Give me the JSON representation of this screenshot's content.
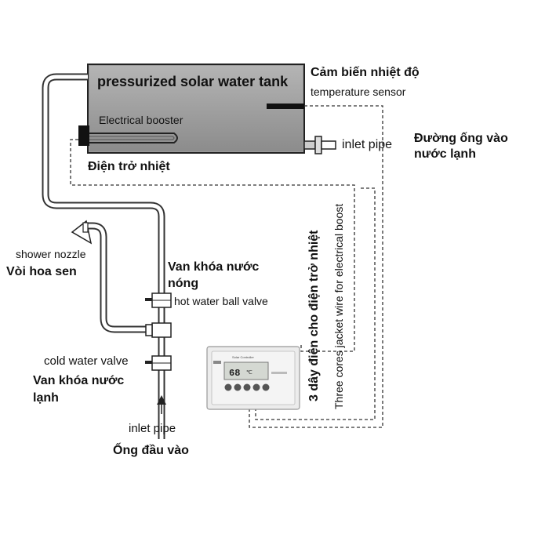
{
  "tank": {
    "title": "pressurized solar water tank",
    "booster_label": "Electrical booster"
  },
  "labels": {
    "temp_sensor_vi": "Cảm biến nhiệt độ",
    "temp_sensor_en": "temperature sensor",
    "inlet_pipe_right_en": "inlet pipe",
    "cold_inlet_vi_line1": "Đường ống vào",
    "cold_inlet_vi_line2": "nước lạnh",
    "heater_vi": "Điện trở nhiệt",
    "shower_nozzle_en": "shower nozzle",
    "shower_nozzle_vi": "Vòi hoa sen",
    "hot_valve_vi_line1": "Van khóa nước",
    "hot_valve_vi_line2": "nóng",
    "hot_valve_en": "hot water ball valve",
    "cold_valve_en": "cold water valve",
    "cold_valve_vi_line1": "Van khóa nước",
    "cold_valve_vi_line2": "lạnh",
    "inlet_pipe_bottom_en": "inlet pipe",
    "inlet_pipe_bottom_vi": "Ống đầu vào",
    "wire_vi": "3 dây điện cho điện trở nhiệt",
    "wire_en": "Three cores jacket wire for electrical boost"
  },
  "controller": {
    "header": "Solar Controller",
    "display_value": "68",
    "display_unit": "℃"
  },
  "colors": {
    "tank_fill": "#9a9a9a",
    "pipe": "#333333",
    "controller_body": "#ececec",
    "display": "#d4d8d2"
  }
}
